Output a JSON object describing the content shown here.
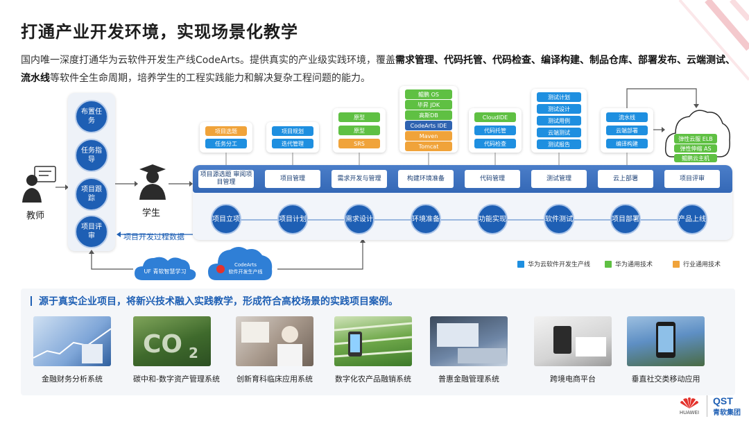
{
  "title": "打通产业开发环境，实现场景化教学",
  "intro": {
    "p1": "国内唯一深度打通华为云软件开发生产线CodeArts。提供真实的产业级实践环境，覆盖",
    "b1": "需求管理、代码托管、代码检查、编译构建、制品仓库、部署发布、云端测试、流水线",
    "p2": "等软件全生命周期，培养学生的工程实践能力和解决复杂工程问题的能力。"
  },
  "roles": [
    "布置任务",
    "任务指导",
    "项目跟踪",
    "项目评审"
  ],
  "teacher_label": "教师",
  "student_label": "学生",
  "flow_label": "项目开发过程数据",
  "mgmt_items": [
    "项目源选题 审阅项目管理",
    "项目管理",
    "需求开发与管理",
    "构建环境准备",
    "代码管理",
    "测试管理",
    "云上部署",
    "项目评审"
  ],
  "steps": [
    "项目立项",
    "项目计划",
    "需求设计",
    "环境准备",
    "功能实现",
    "软件测试",
    "项目部署",
    "产品上线"
  ],
  "tool_cards": [
    {
      "tools": [
        {
          "label": "项目选题",
          "color": "orange"
        },
        {
          "label": "任务分工",
          "color": "blue"
        }
      ]
    },
    {
      "tools": [
        {
          "label": "项目规划",
          "color": "blue"
        },
        {
          "label": "迭代管理",
          "color": "blue"
        }
      ]
    },
    {
      "tools": [
        {
          "label": "原型",
          "color": "green"
        },
        {
          "label": "原型",
          "color": "green"
        },
        {
          "label": "SRS",
          "color": "orange"
        }
      ]
    },
    {
      "tools": [
        {
          "label": "鲲鹏 OS",
          "color": "green"
        },
        {
          "label": "毕昇 JDK",
          "color": "green"
        },
        {
          "label": "高斯DB",
          "color": "green"
        },
        {
          "label": "CodeArts IDE",
          "color": "navy"
        },
        {
          "label": "Maven",
          "color": "orange"
        },
        {
          "label": "Tomcat",
          "color": "orange"
        }
      ]
    },
    {
      "tools": [
        {
          "label": "CloudIDE",
          "color": "green"
        },
        {
          "label": "代码托管",
          "color": "blue"
        },
        {
          "label": "代码检查",
          "color": "blue"
        }
      ]
    },
    {
      "tools": [
        {
          "label": "测试计划",
          "color": "blue"
        },
        {
          "label": "测试设计",
          "color": "blue"
        },
        {
          "label": "测试用例",
          "color": "blue"
        },
        {
          "label": "云端测试",
          "color": "blue"
        },
        {
          "label": "测试报告",
          "color": "blue"
        }
      ]
    },
    {
      "tools": [
        {
          "label": "流水线",
          "color": "blue"
        },
        {
          "label": "云端部署",
          "color": "blue"
        },
        {
          "label": "编译构建",
          "color": "blue"
        }
      ]
    },
    {
      "tools": [
        {
          "label": "弹性云服 ELB",
          "color": "green"
        },
        {
          "label": "弹性伸缩 AS",
          "color": "green"
        },
        {
          "label": "鲲鹏云主机",
          "color": "green"
        }
      ]
    }
  ],
  "cloud_a_label": "UF 青软智慧学习",
  "cloud_b": {
    "line1": "CodeArts",
    "line2": "软件开发生产线"
  },
  "legend": [
    {
      "label": "华为云软件开发生产线",
      "color": "#1e8fe0"
    },
    {
      "label": "华为通用技术",
      "color": "#5fc043"
    },
    {
      "label": "行业通用技术",
      "color": "#f0a33a"
    }
  ],
  "case_heading": "源于真实企业项目，将新兴技术融入实践教学，形成符合高校场景的实践项目案例。",
  "cases": [
    "金融财务分析系统",
    "碳中和-数字资产管理系统",
    "创新育科临床应用系统",
    "数字化农产品融销系统",
    "普惠金融管理系统",
    "跨境电商平台",
    "垂直社交类移动应用"
  ],
  "logos": {
    "huawei": "HUAWEI",
    "qst_top": "QST",
    "qst_bottom": "青软集团"
  }
}
